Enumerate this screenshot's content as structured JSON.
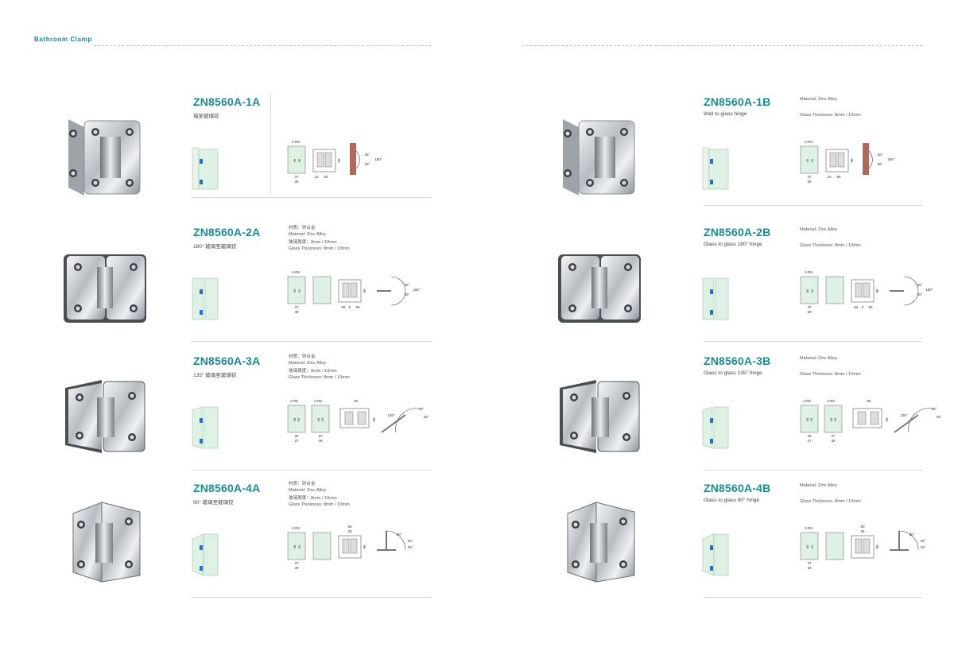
{
  "header": {
    "title": "Bathroom Clamp"
  },
  "left": [
    {
      "model": "ZN8560A-1A",
      "desc": "墙至玻璃铰",
      "spec": [],
      "type": "wall"
    },
    {
      "model": "ZN8560A-2A",
      "desc": "180° 玻璃至玻璃铰",
      "spec": [
        "材质：锌合金",
        "Material: Zinc Alloy",
        "玻璃厚度：8mm / 10mm",
        "Glass Thickness: 8mm / 10mm"
      ],
      "type": "180"
    },
    {
      "model": "ZN8560A-3A",
      "desc": "135° 玻璃至玻璃铰",
      "spec": [
        "材质：锌合金",
        "Material: Zinc Alloy",
        "玻璃厚度：8mm / 10mm",
        "Glass Thickness: 8mm / 10mm"
      ],
      "type": "135"
    },
    {
      "model": "ZN8560A-4A",
      "desc": "90° 玻璃至玻璃铰",
      "spec": [
        "材质：锌合金",
        "Material: Zinc Alloy",
        "玻璃厚度：8mm / 10mm",
        "Glass Thickness: 8mm / 10mm"
      ],
      "type": "90"
    }
  ],
  "right": [
    {
      "model": "ZN8560A-1B",
      "desc": "Wall to glass hinge",
      "spec": [
        "Material: Zinc Alloy",
        "Glass Thickness: 8mm / 10mm"
      ],
      "type": "wall"
    },
    {
      "model": "ZN8560A-2B",
      "desc": "Glass to glass 180° hinge",
      "spec": [
        "Material: Zinc Alloy",
        "Glass Thickness: 8mm / 10mm"
      ],
      "type": "180"
    },
    {
      "model": "ZN8560A-3B",
      "desc": "Glass to glass 135° hinge",
      "spec": [
        "Material: Zinc Alloy",
        "Glass Thickness: 8mm / 10mm"
      ],
      "type": "135"
    },
    {
      "model": "ZN8560A-4B",
      "desc": "Glass to glass 90° hinge",
      "spec": [
        "Material: Zinc Alloy",
        "Glass Thickness: 8mm / 10mm"
      ],
      "type": "90"
    }
  ],
  "dims": {
    "r8": "2-R8",
    "d58": "58",
    "d63": "63",
    "d65": "65",
    "d69": "69",
    "d37": "37",
    "d39": "39",
    "d25": "25",
    "d27": "27",
    "d90": "90",
    "d55": "55",
    "d10": "10",
    "d5": "5",
    "d80": "80",
    "a25": "25°",
    "a180": "180°",
    "a135": "135°",
    "a90": "90°"
  },
  "colors": {
    "accent": "#1e8a8f",
    "glass": "#dff0e4",
    "metal": "#c9ccd0",
    "brick": "#b0695a"
  }
}
